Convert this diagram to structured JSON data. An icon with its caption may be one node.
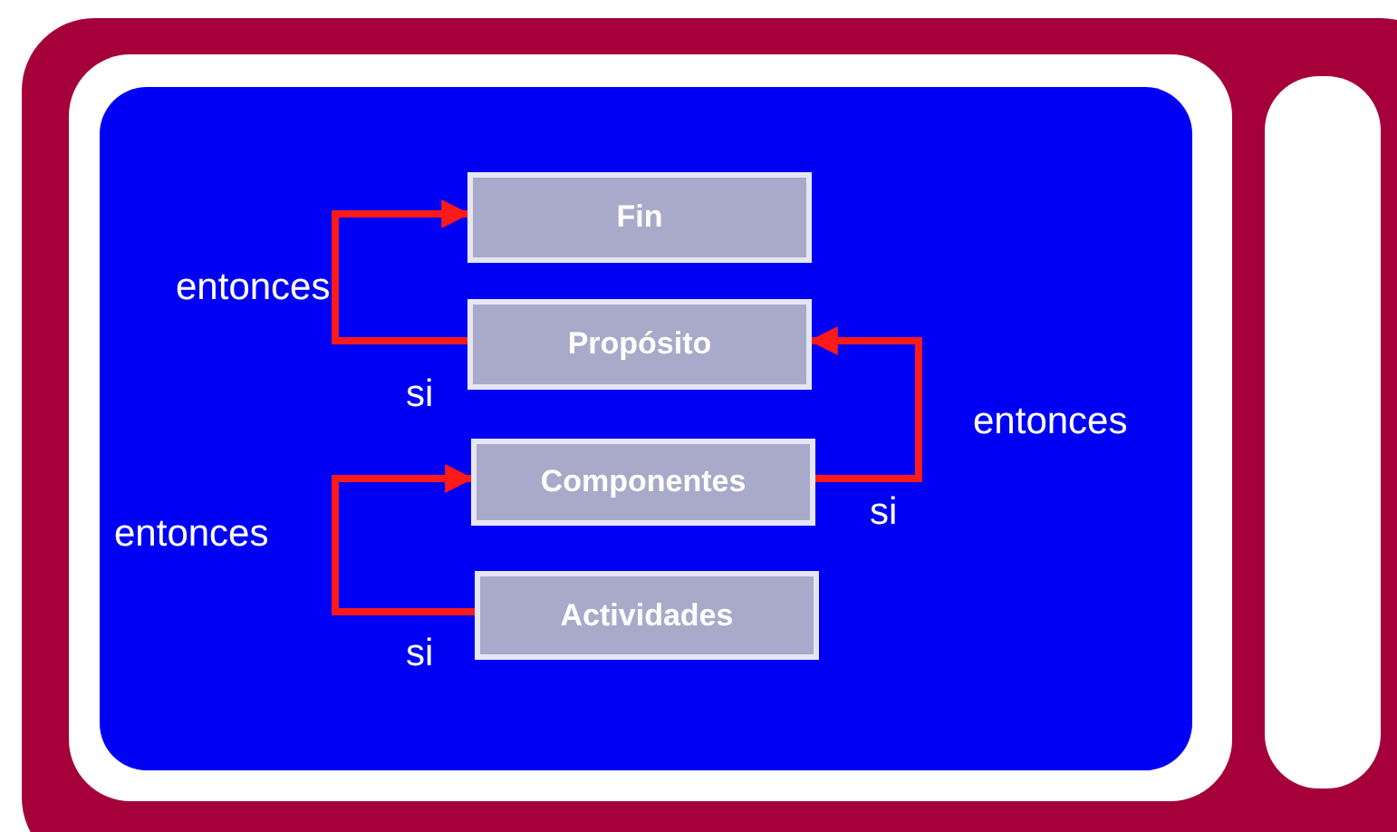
{
  "diagram": {
    "nodes": [
      {
        "text": [
          "Fin"
        ]
      },
      {
        "text": [
          "Propósito"
        ]
      },
      {
        "text": [
          "Componentes"
        ]
      },
      {
        "text": [
          "Actividades"
        ]
      }
    ],
    "edges": [
      {
        "from": 1,
        "to": 0,
        "arrow": "to"
      },
      {
        "from": 2,
        "to": 1,
        "arrow": "to"
      },
      {
        "from": 3,
        "to": 2,
        "arrow": "to"
      }
    ],
    "labels": [
      "entonces",
      "si",
      "entonces",
      "si",
      "entonces",
      "si"
    ]
  }
}
